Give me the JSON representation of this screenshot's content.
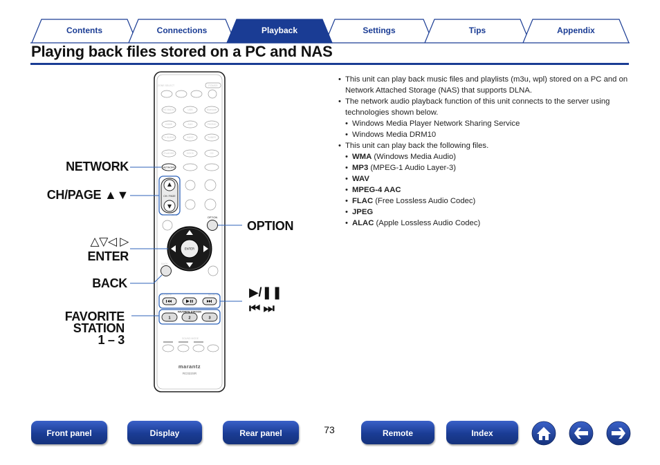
{
  "tabs": [
    {
      "label": "Contents",
      "active": false
    },
    {
      "label": "Connections",
      "active": false
    },
    {
      "label": "Playback",
      "active": true
    },
    {
      "label": "Settings",
      "active": false
    },
    {
      "label": "Tips",
      "active": false
    },
    {
      "label": "Appendix",
      "active": false
    }
  ],
  "colors": {
    "accent": "#1a3c94",
    "tab_fill": "#ffffff",
    "callout_line": "#2c62b8"
  },
  "title": "Playing back files stored on a PC and NAS",
  "callouts": {
    "network": "NETWORK",
    "ch_page": "CH/PAGE ▲▼",
    "cursor": "△▽◁ ▷",
    "enter": "ENTER",
    "back": "BACK",
    "favorite_line1": "FAVORITE",
    "favorite_line2": "STATION",
    "favorite_line3": "1 – 3",
    "option": "OPTION",
    "play_pause": "▶/❚❚",
    "skip": "⏮ ⏭"
  },
  "remote": {
    "brand": "marantz",
    "model": "RC022SR",
    "button_labels": {
      "network": "NETWORK",
      "ch_page": "CH / PAGE",
      "option": "OPTION",
      "enter": "ENTER",
      "back": "BACK",
      "fav1": "1",
      "fav2": "2",
      "fav3": "3",
      "favorite_station": "FAVORITE STATION"
    }
  },
  "body": {
    "bullet": "•",
    "p1": "This unit can play back music files and playlists (m3u, wpl) stored on a PC and on Network Attached Storage (NAS) that supports DLNA.",
    "p2": "The network audio playback function of this unit connects to the server using technologies shown below.",
    "p2_items": [
      "Windows Media Player Network Sharing Service",
      "Windows Media DRM10"
    ],
    "p3": "This unit can play back the following files.",
    "formats": [
      {
        "name": "WMA",
        "desc": "(Windows Media Audio)"
      },
      {
        "name": "MP3",
        "desc": "(MPEG-1 Audio Layer-3)"
      },
      {
        "name": "WAV",
        "desc": ""
      },
      {
        "name": "MPEG-4 AAC",
        "desc": ""
      },
      {
        "name": "FLAC",
        "desc": "(Free Lossless Audio Codec)"
      },
      {
        "name": "JPEG",
        "desc": ""
      },
      {
        "name": "ALAC",
        "desc": "(Apple Lossless Audio Codec)"
      }
    ]
  },
  "nav": {
    "front_panel": "Front panel",
    "display": "Display",
    "rear_panel": "Rear panel",
    "page_number": "73",
    "remote": "Remote",
    "index": "Index"
  },
  "icons": {
    "home": "home-icon",
    "back": "arrow-left-icon",
    "forward": "arrow-right-icon"
  }
}
